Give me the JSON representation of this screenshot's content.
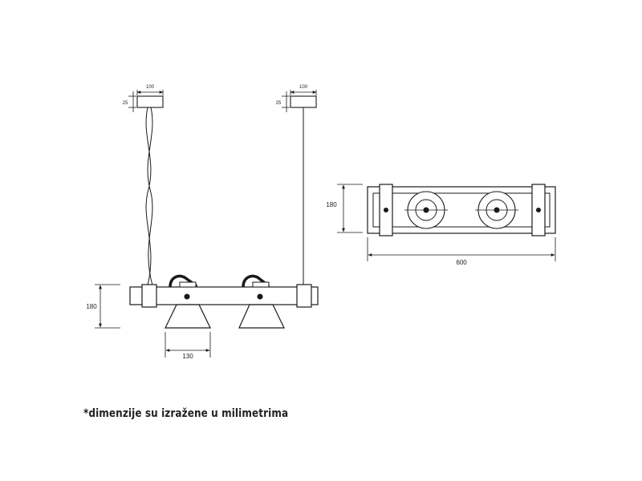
{
  "side_view": {
    "ceiling_width_dim": "100",
    "ceiling_height_dim": "25",
    "ceiling_width_dim_right": "100",
    "ceiling_height_dim_right": "25",
    "height_dim": "180",
    "shade_width_dim": "130"
  },
  "top_view": {
    "height_dim": "180",
    "width_dim": "600"
  },
  "footnote": "*dimenzije su izražene u milimetrima",
  "colors": {
    "line": "#1a1a1a",
    "background": "#ffffff"
  }
}
